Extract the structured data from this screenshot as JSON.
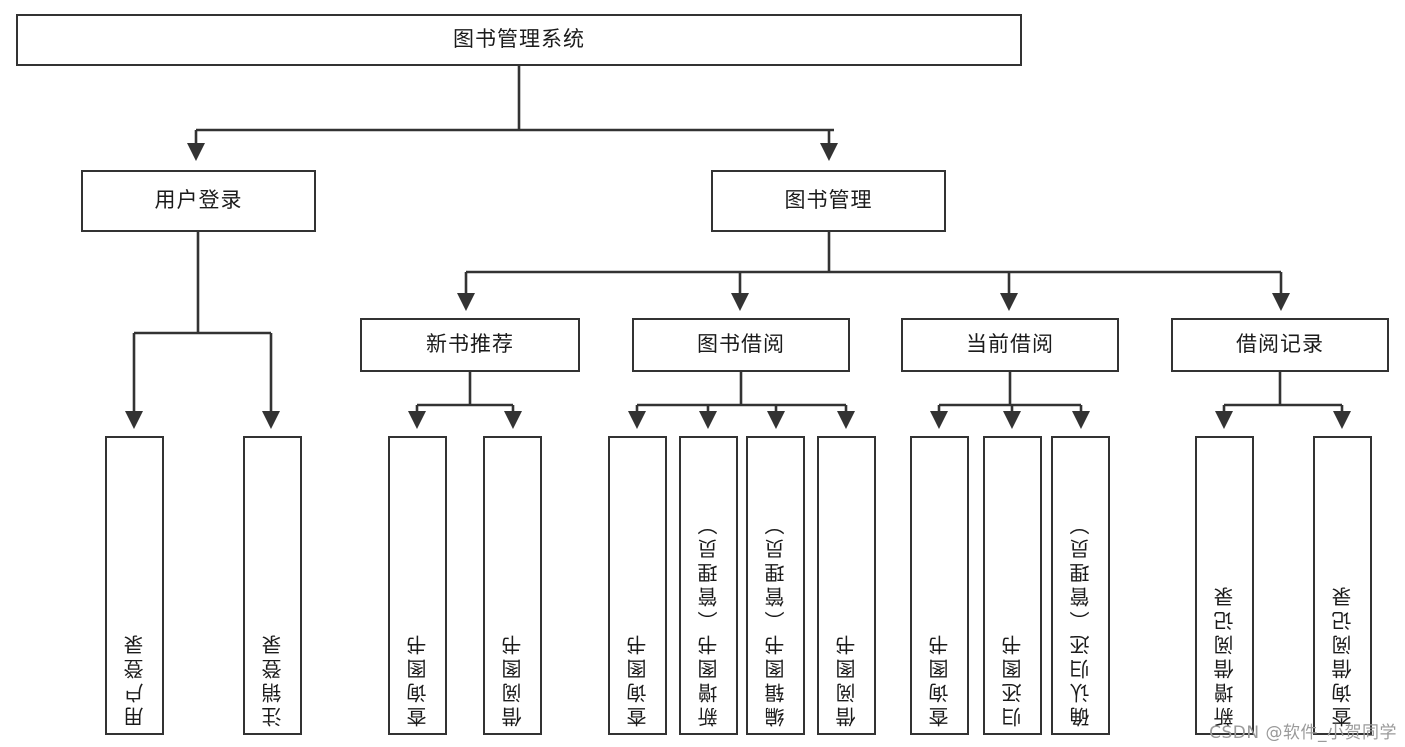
{
  "diagram": {
    "type": "tree-hierarchy",
    "title": "图书管理系统",
    "orientation": "top-down",
    "colors": {
      "box_border": "#333333",
      "box_fill": "#ffffff",
      "connector": "#333333",
      "text": "#1b1b1b",
      "watermark": "#9a9a9a",
      "background": "#ffffff"
    }
  },
  "nodes": {
    "root": {
      "label": "图书管理系统",
      "level": 1
    },
    "level2": [
      {
        "id": "user-login",
        "label": "用户登录"
      },
      {
        "id": "book-manage",
        "label": "图书管理"
      }
    ],
    "level3": [
      {
        "id": "new-book-recommend",
        "label": "新书推荐",
        "parent": "book-manage"
      },
      {
        "id": "book-borrow",
        "label": "图书借阅",
        "parent": "book-manage"
      },
      {
        "id": "current-borrow",
        "label": "当前借阅",
        "parent": "book-manage"
      },
      {
        "id": "borrow-record",
        "label": "借阅记录",
        "parent": "book-manage"
      }
    ],
    "leaves": [
      {
        "id": "leaf-user-login",
        "label": "用户登录",
        "parent": "user-login"
      },
      {
        "id": "leaf-logout",
        "label": "注销登录",
        "parent": "user-login"
      },
      {
        "id": "leaf-query-book-1",
        "label": "查询图书",
        "parent": "new-book-recommend"
      },
      {
        "id": "leaf-borrow-book-1",
        "label": "借阅图书",
        "parent": "new-book-recommend"
      },
      {
        "id": "leaf-query-book-2",
        "label": "查询图书",
        "parent": "book-borrow"
      },
      {
        "id": "leaf-add-book",
        "label": "新增图书（管理员）",
        "parent": "book-borrow"
      },
      {
        "id": "leaf-edit-book",
        "label": "编辑图书（管理员）",
        "parent": "book-borrow"
      },
      {
        "id": "leaf-borrow-book-2",
        "label": "借阅图书",
        "parent": "book-borrow"
      },
      {
        "id": "leaf-query-book-3",
        "label": "查询图书",
        "parent": "current-borrow"
      },
      {
        "id": "leaf-return-book",
        "label": "归还图书",
        "parent": "current-borrow"
      },
      {
        "id": "leaf-confirm-return",
        "label": "确认归还（管理员）",
        "parent": "current-borrow"
      },
      {
        "id": "leaf-add-record",
        "label": "新增借阅记录",
        "parent": "borrow-record"
      },
      {
        "id": "leaf-query-record",
        "label": "查询借阅记录",
        "parent": "borrow-record"
      }
    ]
  },
  "watermark": {
    "text": "CSDN @软件_小贺同学"
  }
}
